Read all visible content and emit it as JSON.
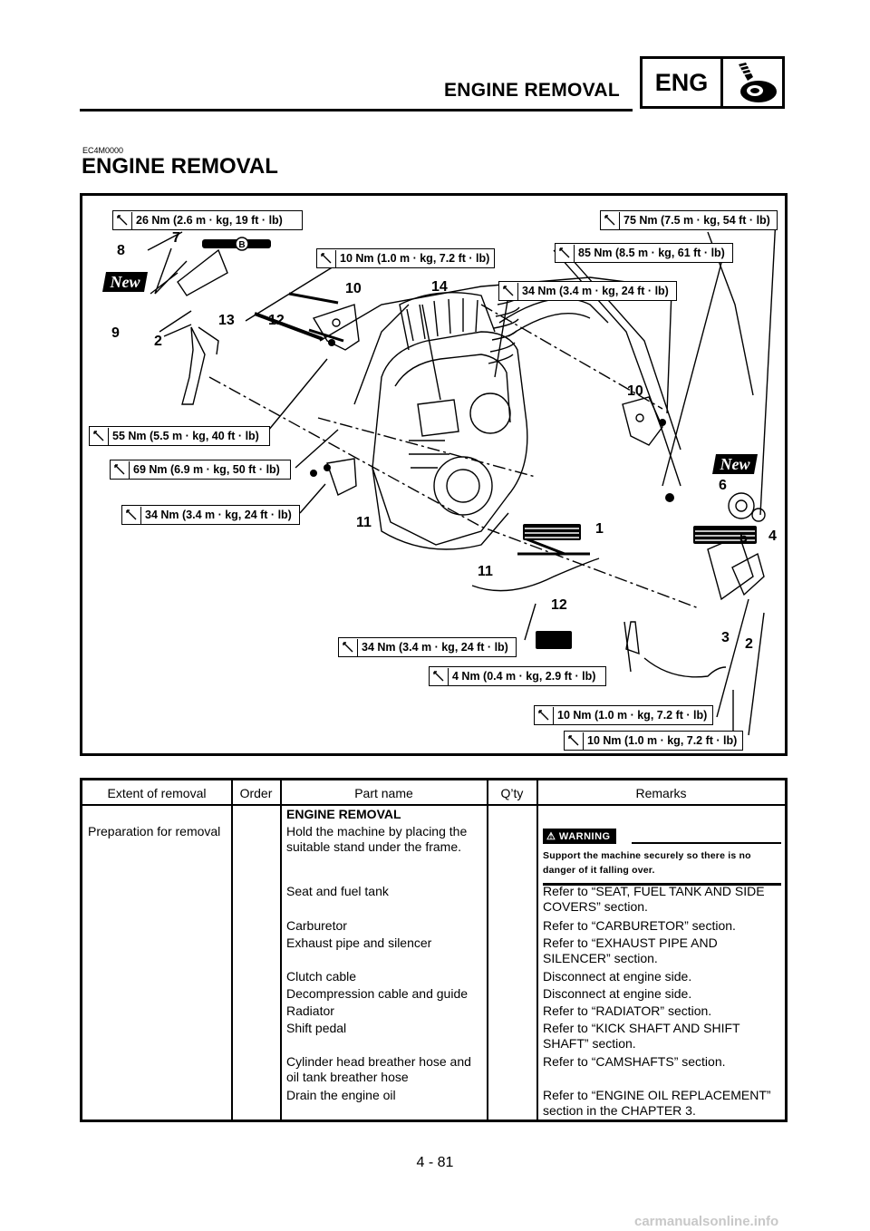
{
  "header": {
    "title": "ENGINE REMOVAL",
    "badge": "ENG"
  },
  "doc_code": "EC4M0000",
  "section_title": "ENGINE REMOVAL",
  "diagram": {
    "torques": [
      "26 Nm (2.6 m · kg, 19 ft · lb)",
      "10 Nm (1.0 m · kg, 7.2 ft · lb)",
      "75 Nm (7.5 m · kg, 54 ft · lb)",
      "85 Nm (8.5 m · kg, 61 ft · lb)",
      "34 Nm (3.4 m · kg, 24 ft · lb)",
      "55 Nm (5.5 m · kg, 40 ft · lb)",
      "69 Nm (6.9 m · kg, 50 ft · lb)",
      "34 Nm (3.4 m · kg, 24 ft · lb)",
      "34 Nm (3.4 m · kg, 24 ft · lb)",
      "4 Nm (0.4 m · kg, 2.9 ft · lb)",
      "10 Nm (1.0 m · kg, 7.2 ft · lb)",
      "10 Nm (1.0 m · kg, 7.2 ft · lb)"
    ],
    "callouts": [
      "7",
      "8",
      "9",
      "2",
      "13",
      "12",
      "10",
      "14",
      "10",
      "6",
      "5",
      "4",
      "11",
      "1",
      "11",
      "12",
      "3",
      "2"
    ],
    "new_tag": "New",
    "b_mark": "B"
  },
  "table": {
    "headers": [
      "Extent of removal",
      "Order",
      "Part name",
      "Q’ty",
      "Remarks"
    ],
    "extent": "Preparation for removal",
    "section_heading": "ENGINE REMOVAL",
    "rows": [
      {
        "part": "Hold the machine by placing the suitable stand under the frame.",
        "remark": ""
      },
      {
        "part": "Seat and fuel tank",
        "remark": "Refer to “SEAT, FUEL TANK AND SIDE COVERS” section."
      },
      {
        "part": "Carburetor",
        "remark": "Refer to “CARBURETOR” section."
      },
      {
        "part": "Exhaust pipe and silencer",
        "remark": "Refer to “EXHAUST PIPE AND SILENCER” section."
      },
      {
        "part": "Clutch cable",
        "remark": "Disconnect at engine side."
      },
      {
        "part": "Decompression cable and guide",
        "remark": "Disconnect at engine side."
      },
      {
        "part": "Radiator",
        "remark": "Refer to “RADIATOR” section."
      },
      {
        "part": "Shift pedal",
        "remark": "Refer to “KICK SHAFT AND SHIFT SHAFT” section."
      },
      {
        "part": "Cylinder head breather hose and oil tank breather hose",
        "remark": "Refer to “CAMSHAFTS” section."
      },
      {
        "part": "Drain the engine oil",
        "remark": "Refer to “ENGINE OIL REPLACEMENT” section in the CHAPTER 3."
      }
    ],
    "warning": {
      "label": "WARNING",
      "text": "Support the machine securely so there is no danger of it falling over."
    }
  },
  "page_number": "4 - 81",
  "watermark": "carmanualsonline.info"
}
